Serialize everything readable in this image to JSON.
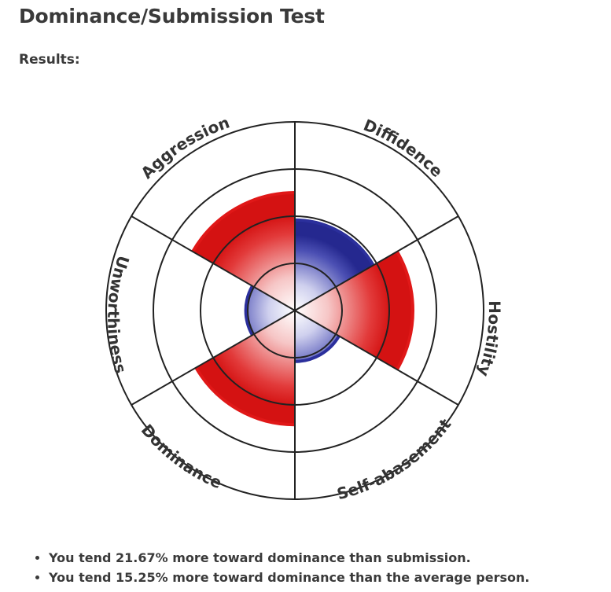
{
  "page": {
    "title": "Dominance/Submission Test",
    "results_label": "Results:"
  },
  "chart_data": {
    "type": "polar-area",
    "ring_count": 4,
    "max_value": 4,
    "categories": [
      "Diffidence",
      "Hostility",
      "Self-abasement",
      "Dominance",
      "Unworthiness",
      "Aggression"
    ],
    "values": [
      1.92,
      2.5,
      1.08,
      2.42,
      1.04,
      2.5
    ],
    "orientation": [
      "submission",
      "dominance",
      "submission",
      "dominance",
      "submission",
      "dominance"
    ],
    "colors": {
      "dominance": "#e01818",
      "submission": "#2b2f9c",
      "grid": "#222222"
    }
  },
  "summary": [
    "You tend 21.67% more toward dominance than submission.",
    "You tend 15.25% more toward dominance than the average person."
  ]
}
